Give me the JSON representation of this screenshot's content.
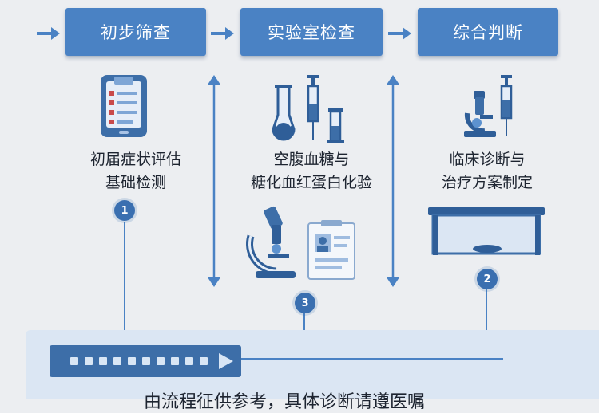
{
  "stages": [
    {
      "label": "初步筛查"
    },
    {
      "label": "实验室检查"
    },
    {
      "label": "综合判断"
    }
  ],
  "captions": {
    "left": [
      "初届症状评估",
      "基础检测"
    ],
    "middle": [
      "空腹血糖与",
      "糖化血红蛋白化验"
    ],
    "right": [
      "临床诊断与",
      "治疗方案制定"
    ]
  },
  "badges": [
    "1",
    "2",
    "3"
  ],
  "bottom": {
    "text": "由流程征供参考，具体诊断请遵医嘱"
  },
  "colors": {
    "stage_blue": "#4a82c4",
    "dark_blue": "#2f5e98",
    "panel": "#dbe6f3",
    "background": "#eceef1"
  },
  "icons": [
    "arrow-right-icon",
    "checklist-tablet-icon",
    "test-tube-icon",
    "syringe-icon",
    "flask-icon",
    "microscope-icon",
    "id-card-icon",
    "lab-bench-icon"
  ]
}
